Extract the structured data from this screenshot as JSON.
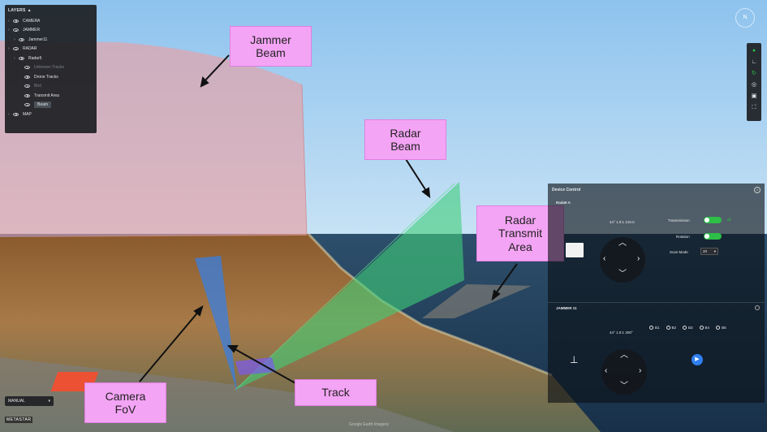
{
  "layers_panel": {
    "header": "LAYERS",
    "items": [
      {
        "label": "CAMERA",
        "depth": 0
      },
      {
        "label": "JAMMER",
        "depth": 0
      },
      {
        "label": "Jammer11",
        "depth": 1
      },
      {
        "label": "RADAR",
        "depth": 0
      },
      {
        "label": "Radar5",
        "depth": 1
      },
      {
        "label": "Unknown Tracks",
        "depth": 2,
        "dim": true
      },
      {
        "label": "Drone Tracks",
        "depth": 2
      },
      {
        "label": "Bird",
        "depth": 2,
        "dim": true
      },
      {
        "label": "Transmit Area",
        "depth": 2
      },
      {
        "label": "Beam",
        "depth": 2,
        "selected": true
      },
      {
        "label": "MAP",
        "depth": 0
      }
    ]
  },
  "callouts": {
    "jammer_beam": "Jammer\nBeam",
    "radar_beam": "Radar\nBeam",
    "radar_transmit_area": "Radar\nTransmit\nArea",
    "camera_fov": "Camera\nFoV",
    "track": "Track"
  },
  "device_control": {
    "title": "Device Control",
    "radar_name": "Rada5 A",
    "radar_angle": "44° 1.0:1 210.0",
    "transmission_label": "Transmission",
    "rotation_label": "Rotation",
    "scan_mode_label": "Scan Mode",
    "scan_mode_value": "20",
    "jammer_name": "JAMMER 11",
    "jammer_angle": "44° 1.0:1 200°",
    "bands": [
      "B1",
      "B2",
      "B3",
      "B4",
      "B5"
    ]
  },
  "mode_select": {
    "value": "MANUAL"
  },
  "brand": "METASTAR",
  "credit": "Google Earth Imagery",
  "colors": {
    "sky": "#9ac8ec",
    "jammer": "#e8a0a4",
    "radar": "#3fce78",
    "camera": "#3a7fe0",
    "callout": "#f4a4f4",
    "accent_green": "#2dbf47"
  }
}
